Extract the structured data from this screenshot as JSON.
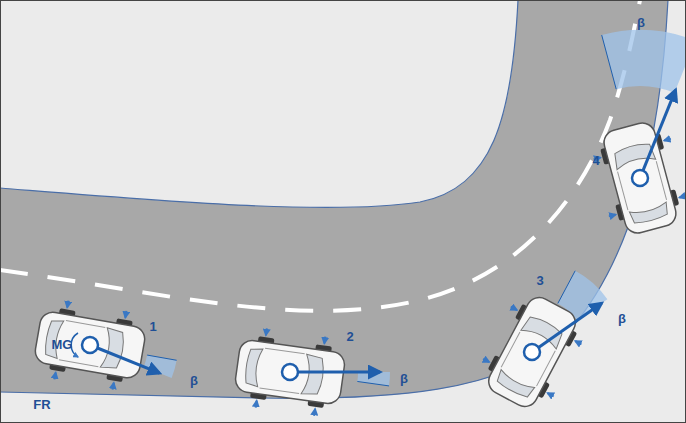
{
  "diagram": {
    "labels": [
      "1",
      "β",
      "MG",
      "FR",
      "2",
      "β",
      "3",
      "β",
      "4",
      "β"
    ]
  }
}
